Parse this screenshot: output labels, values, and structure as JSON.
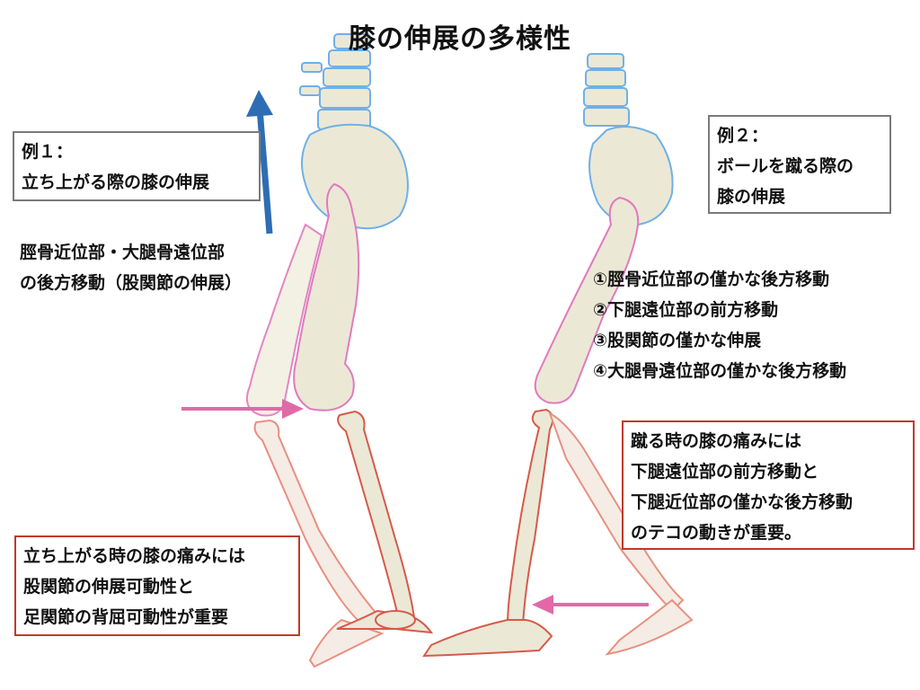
{
  "title": "膝の伸展の多様性",
  "example1": {
    "lines": [
      "例１：",
      "立ち上がる際の膝の伸展"
    ]
  },
  "example2": {
    "lines": [
      "例２：",
      "ボールを蹴る際の",
      "膝の伸展"
    ]
  },
  "left_note": {
    "lines": [
      "脛骨近位部・大腿骨遠位部",
      "の後方移動（股関節の伸展）"
    ]
  },
  "right_list": {
    "lines": [
      "①脛骨近位部の僅かな後方移動",
      "②下腿遠位部の前方移動",
      "③股関節の僅かな伸展",
      "④大腿骨遠位部の僅かな後方移動"
    ]
  },
  "left_box": {
    "lines": [
      "立ち上がる時の膝の痛みには",
      "股関節の伸展可動性と",
      "足関節の背屈可動性が重要"
    ]
  },
  "right_box": {
    "lines": [
      "蹴る時の膝の痛みには",
      "下腿遠位部の前方移動と",
      "下腿近位部の僅かな後方移動",
      "のテコの動きが重要。"
    ]
  },
  "colors": {
    "blue_arrow": "#2e6db4",
    "pink_arrow": "#e06aa8",
    "bone": "#ece8d6",
    "spine_outline": "#6fb0e8",
    "femur_outline": "#e07ac0",
    "tibia_outline": "#d65a4a"
  },
  "icons": [
    "up-arrow",
    "right-arrow",
    "left-arrow",
    "skeleton-illustration"
  ]
}
